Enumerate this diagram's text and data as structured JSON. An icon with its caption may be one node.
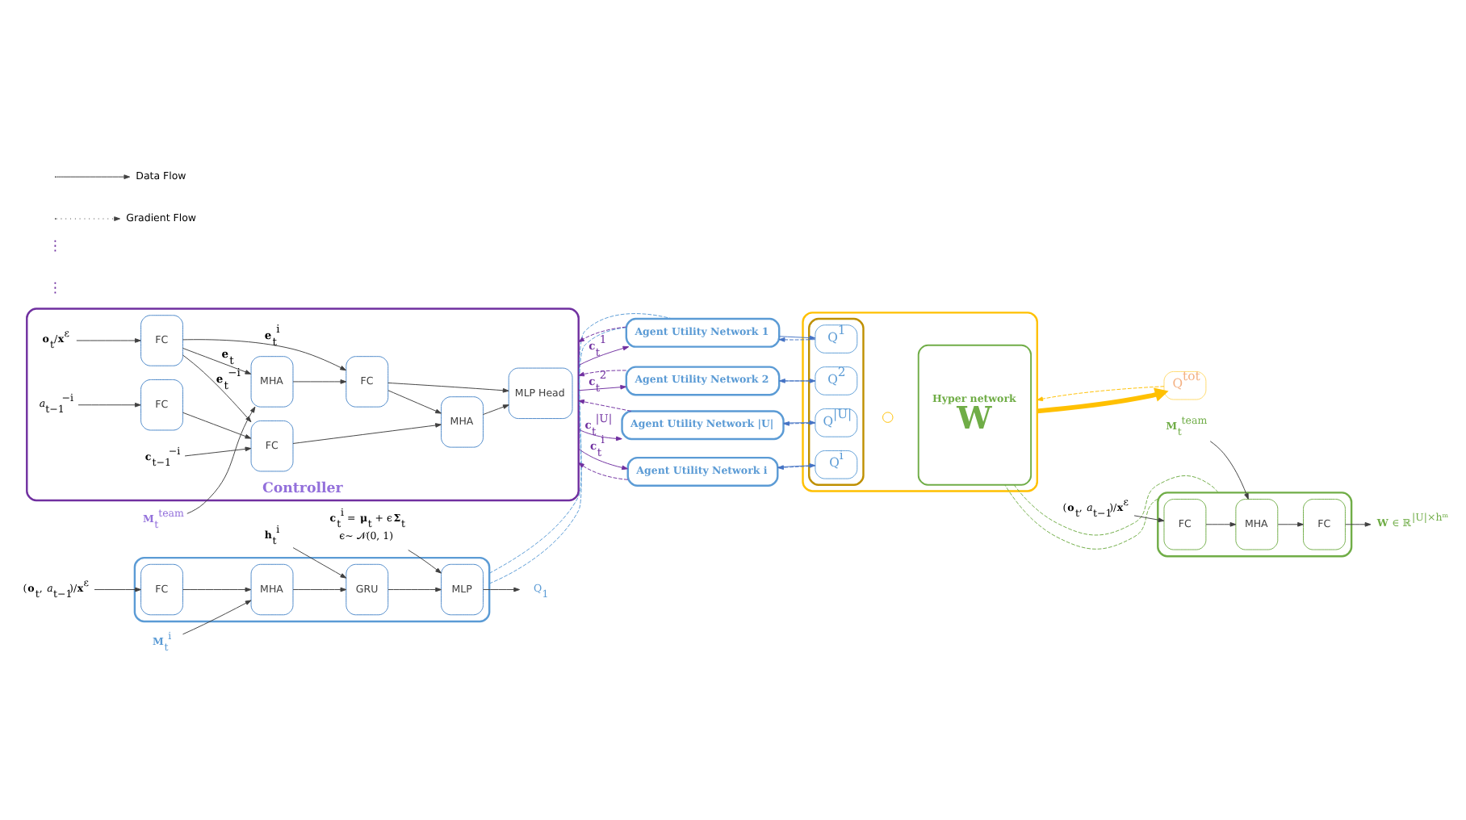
{
  "diagram": {
    "nodes": [
      {
        "text": [
          "(**o**$_{t}$, *a*$_{t−1}$)/**x**$^{ε}$"
        ]
      },
      {
        "text": [],
        "shape": "box"
      },
      {
        "text": [
          "FC"
        ],
        "in": 1
      },
      {
        "text": [
          "MHA"
        ],
        "in": 1
      },
      {
        "text": [
          "GRU"
        ],
        "in": 1
      },
      {
        "text": [
          "MLP"
        ],
        "in": 1
      },
      {
        "text": [
          "Q$_{1}$"
        ]
      },
      {
        "text": [
          "**M**$_{t}$$^{i}$"
        ]
      },
      {
        "text": [
          "**h**$_{t}$$^{i}$"
        ]
      },
      {
        "text": [
          "**c**$_{t}$$^{i}$ = **μ**$_{t}$ + ϵ**Σ**$_{t}$",
          "ϵ~ 𝒩(0, 1)"
        ]
      },
      {
        "text": [
          "**M**$_{t}$$^{team}$"
        ]
      },
      {
        "text": [
          "Controller"
        ]
      },
      {
        "text": [
          "**o**$_{t}$/**x**$^{ε}$"
        ],
        "in": 11
      },
      {
        "text": [
          "FC"
        ],
        "in": 11
      },
      {
        "text": [
          "MHA"
        ],
        "in": 11
      },
      {
        "text": [
          "FC"
        ],
        "in": 11
      },
      {
        "text": [
          "MLP Head"
        ],
        "in": 11
      },
      {
        "text": [
          "*a*$_{t−1}$$^{−i}$"
        ],
        "in": 11
      },
      {
        "text": [
          "FC"
        ],
        "in": 11
      },
      {
        "text": [
          "FC"
        ],
        "in": 11
      },
      {
        "text": [
          "MHA"
        ],
        "in": 11
      },
      {
        "text": [
          "**c**$_{t−1}$$^{−i}$"
        ],
        "in": 11
      },
      {
        "text": [
          "Agent Utility Network 1"
        ]
      },
      {
        "text": [
          "Agent Utility Network 2"
        ]
      },
      {
        "text": [
          "Agent Utility Network i"
        ]
      },
      {
        "text": [
          "Agent Utility Network |U|"
        ]
      },
      {
        "text": [],
        "shape": "box"
      },
      {
        "text": [],
        "shape": "box",
        "in": 26
      },
      {
        "text": [
          "Q$^{1}$"
        ],
        "in": 27
      },
      {
        "text": [
          "Q$^{2}$"
        ],
        "in": 27
      },
      {
        "text": [
          "Q$^{i}$"
        ],
        "in": 27
      },
      {
        "text": [
          "Q$^{|U|}$"
        ],
        "in": 27
      },
      {
        "text": [],
        "shape": "circle",
        "in": 26
      },
      {
        "text": [
          "Hyper network",
          "W"
        ],
        "in": 26
      },
      {
        "text": [
          "Q$^{tot}$"
        ]
      },
      {
        "text": [],
        "shape": "box"
      },
      {
        "text": [
          "FC"
        ],
        "in": 35
      },
      {
        "text": [
          "MHA"
        ],
        "in": 35
      },
      {
        "text": [
          "FC"
        ],
        "in": 35
      },
      {
        "text": [
          "**W** ∈ ℝ$^{|U|×hᵐ}$"
        ]
      },
      {
        "text": [
          "**M**$_{t}$$^{team}$"
        ]
      },
      {
        "text": [
          "(**o**$_{t}$, *a*$_{t−1}$)/**x**$^{ε}$"
        ]
      }
    ],
    "edges": [
      {
        "from": 0,
        "to": 2,
        "arrow": "to"
      },
      {
        "from": 2,
        "to": 3,
        "arrow": "to"
      },
      {
        "from": 3,
        "to": 4,
        "arrow": "to"
      },
      {
        "from": 4,
        "to": 5,
        "arrow": "to"
      },
      {
        "from": 5,
        "to": 6,
        "arrow": "to"
      },
      {
        "from": 7,
        "to": 3,
        "arrow": "to"
      },
      {
        "from": 8,
        "to": 4,
        "arrow": "to"
      },
      {
        "from": 9,
        "to": 5,
        "arrow": "to"
      },
      {
        "from": 1,
        "to": 22,
        "arrow": "none",
        "style": "dashed",
        "color": "#5b9bd5"
      },
      {
        "from": 1,
        "to": 22,
        "arrow": "none",
        "style": "dashed",
        "color": "#5b9bd5"
      },
      {
        "from": 10,
        "to": 14,
        "arrow": "to"
      },
      {
        "from": 12,
        "to": 13,
        "arrow": "to"
      },
      {
        "from": 13,
        "to": 14,
        "arrow": "to",
        "label": "**e**$_{t}$"
      },
      {
        "from": 13,
        "to": 15,
        "arrow": "to",
        "label": "**e**$_{t}$$^{i}$"
      },
      {
        "from": 13,
        "to": 19,
        "arrow": "to",
        "label": "**e**$_{t}$$^{−i}$"
      },
      {
        "from": 14,
        "to": 15,
        "arrow": "to"
      },
      {
        "from": 15,
        "to": 16,
        "arrow": "to"
      },
      {
        "from": 15,
        "to": 20,
        "arrow": "to"
      },
      {
        "from": 17,
        "to": 18,
        "arrow": "to"
      },
      {
        "from": 18,
        "to": 19,
        "arrow": "to"
      },
      {
        "from": 21,
        "to": 19,
        "arrow": "to"
      },
      {
        "from": 19,
        "to": 20,
        "arrow": "to"
      },
      {
        "from": 20,
        "to": 16,
        "arrow": "to"
      },
      {
        "from": 11,
        "to": 22,
        "arrow": "to",
        "label": "**c**$_{t}$$^{1}$",
        "color": "#7030a0"
      },
      {
        "from": 22,
        "to": 11,
        "arrow": "to",
        "style": "dashed",
        "color": "#7030a0"
      },
      {
        "from": 11,
        "to": 23,
        "arrow": "to",
        "label": "**c**$_{t}$$^{2}$",
        "color": "#7030a0"
      },
      {
        "from": 23,
        "to": 11,
        "arrow": "to",
        "style": "dashed",
        "color": "#7030a0"
      },
      {
        "from": 11,
        "to": 24,
        "arrow": "to",
        "label": "**c**$_{t}$$^{i}$",
        "color": "#7030a0"
      },
      {
        "from": 24,
        "to": 11,
        "arrow": "to",
        "style": "dashed",
        "color": "#7030a0"
      },
      {
        "from": 11,
        "to": 25,
        "arrow": "to",
        "label": "**c**$_{t}$$^{|U|}$",
        "color": "#7030a0"
      },
      {
        "from": 25,
        "to": 11,
        "arrow": "to",
        "style": "dashed",
        "color": "#7030a0"
      },
      {
        "from": 22,
        "to": 28,
        "arrow": "to",
        "color": "#4472c4"
      },
      {
        "from": 28,
        "to": 22,
        "arrow": "to",
        "style": "dashed",
        "color": "#4472c4"
      },
      {
        "from": 23,
        "to": 29,
        "arrow": "to",
        "color": "#4472c4"
      },
      {
        "from": 29,
        "to": 23,
        "arrow": "to",
        "style": "dashed",
        "color": "#4472c4"
      },
      {
        "from": 24,
        "to": 30,
        "arrow": "to",
        "color": "#4472c4"
      },
      {
        "from": 30,
        "to": 24,
        "arrow": "to",
        "style": "dashed",
        "color": "#4472c4"
      },
      {
        "from": 25,
        "to": 31,
        "arrow": "to",
        "color": "#4472c4"
      },
      {
        "from": 31,
        "to": 25,
        "arrow": "to",
        "style": "dashed",
        "color": "#4472c4"
      },
      {
        "from": 26,
        "to": 34,
        "arrow": "to",
        "style": "thick",
        "color": "#ffc000"
      },
      {
        "from": 34,
        "to": 26,
        "arrow": "to",
        "style": "dashed",
        "color": "#ffc000"
      },
      {
        "from": 35,
        "to": 33,
        "arrow": "none",
        "style": "dashed",
        "color": "#70ad47"
      },
      {
        "from": 35,
        "to": 33,
        "arrow": "none",
        "style": "dashed",
        "color": "#70ad47"
      },
      {
        "from": 41,
        "to": 38,
        "arrow": "to"
      },
      {
        "from": 38,
        "to": 37,
        "arrow": "to"
      },
      {
        "from": 37,
        "to": 36,
        "arrow": "to"
      },
      {
        "from": 36,
        "to": 39,
        "arrow": "to"
      },
      {
        "from": 40,
        "to": 37,
        "arrow": "to"
      }
    ],
    "labels": [
      "⋮",
      "⋮"
    ],
    "legend": [
      {
        "text": "Data Flow"
      },
      {
        "text": "Gradient Flow"
      }
    ]
  }
}
